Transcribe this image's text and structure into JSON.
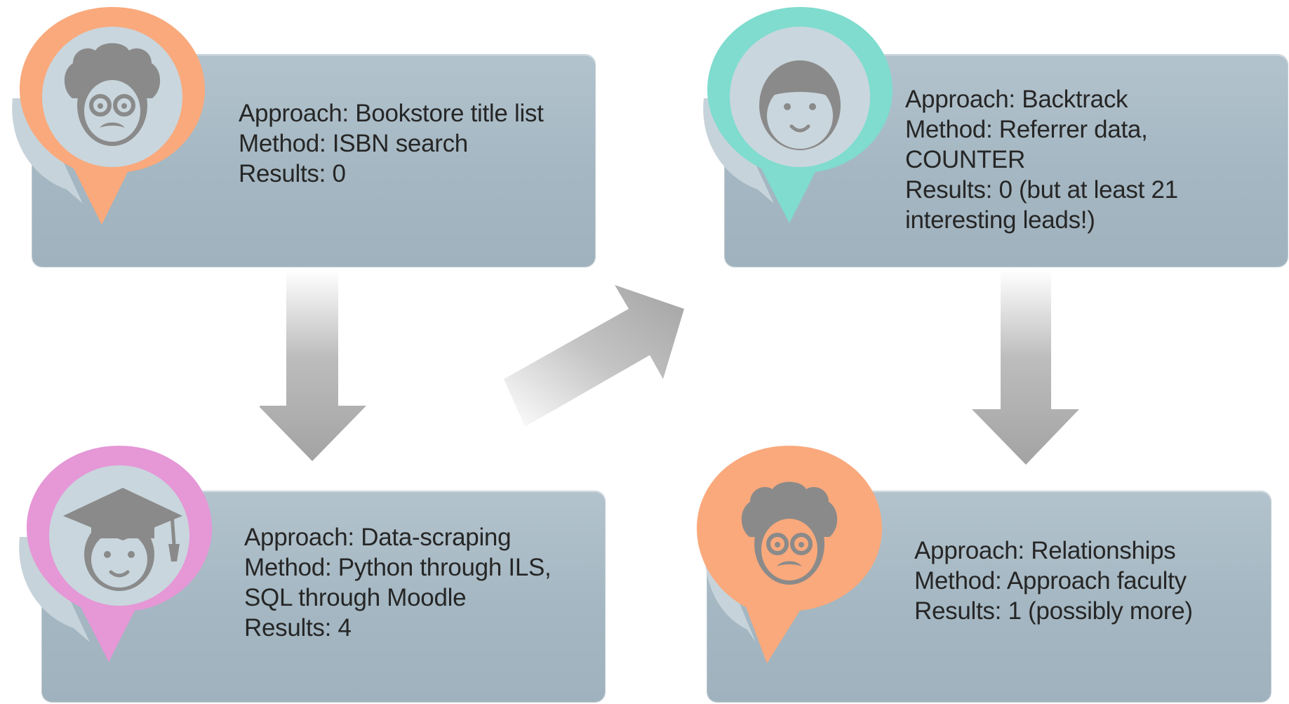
{
  "colors": {
    "panel": "#a6b9c4",
    "pin_orange": "#f9a97c",
    "pin_teal": "#7fdccf",
    "pin_pink": "#e597d6",
    "avatar_face": "#c9d6dd",
    "avatar_icon": "#8a8a8a",
    "arrow": "#a6a6a6"
  },
  "steps": [
    {
      "avatar": "professor-icon",
      "pin_color": "orange",
      "lines": [
        "Approach: Bookstore title list",
        "Method: ISBN search",
        "Results: 0"
      ]
    },
    {
      "avatar": "student-icon",
      "pin_color": "teal",
      "lines": [
        "Approach: Backtrack",
        "Method: Referrer data,",
        "COUNTER",
        "Results: 0 (but at least 21",
        "interesting leads!)"
      ]
    },
    {
      "avatar": "graduate-icon",
      "pin_color": "pink",
      "lines": [
        "Approach: Data-scraping",
        "Method: Python through ILS,",
        "SQL through Moodle",
        "Results: 4"
      ]
    },
    {
      "avatar": "professor-icon",
      "pin_color": "orange",
      "lines": [
        "Approach: Relationships",
        "Method: Approach faculty",
        "Results: 1 (possibly more)"
      ]
    }
  ],
  "arrows": [
    "down-arrow-icon",
    "diagonal-arrow-icon",
    "down-arrow-icon"
  ]
}
